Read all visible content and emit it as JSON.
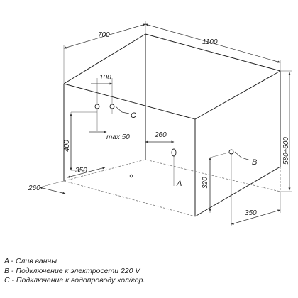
{
  "dimensions": {
    "width_700": "700",
    "length_1100": "1100",
    "offset_100": "100",
    "max_50": "max 50",
    "offset_260_back": "260",
    "height_400": "400",
    "offset_350_left": "350",
    "offset_260_left": "260",
    "height_320": "320",
    "offset_350_right": "350",
    "height_580_600": "580÷600"
  },
  "point_labels": {
    "a": "A",
    "b": "B",
    "c": "C"
  },
  "legend": [
    "A - Слив ванны",
    "B - Подключение к электросети 220 V",
    "C - Подключение к водопроводу хол/гор."
  ]
}
